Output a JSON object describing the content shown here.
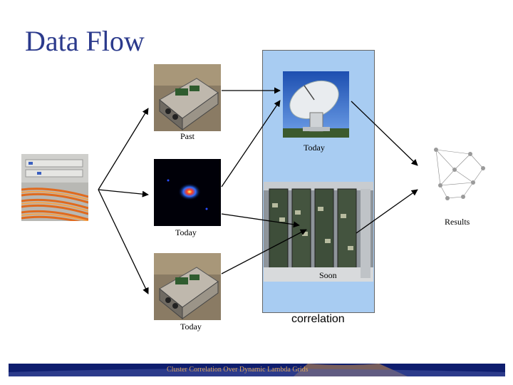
{
  "slide": {
    "title": "Data Flow",
    "captions": {
      "past": "Past",
      "today_telescope": "Today",
      "today_heatmap": "Today",
      "today_bottom": "Today",
      "soon": "Soon",
      "correlation": "correlation",
      "results": "Results"
    },
    "footer": {
      "text": "Cluster Correlation Over Dynamic Lambda Grids"
    }
  },
  "colors": {
    "title": "#2b3a8c",
    "panel": "#a8ccf2",
    "footer_bg": "#0e1d6e",
    "footer_text": "#d9a35b"
  }
}
